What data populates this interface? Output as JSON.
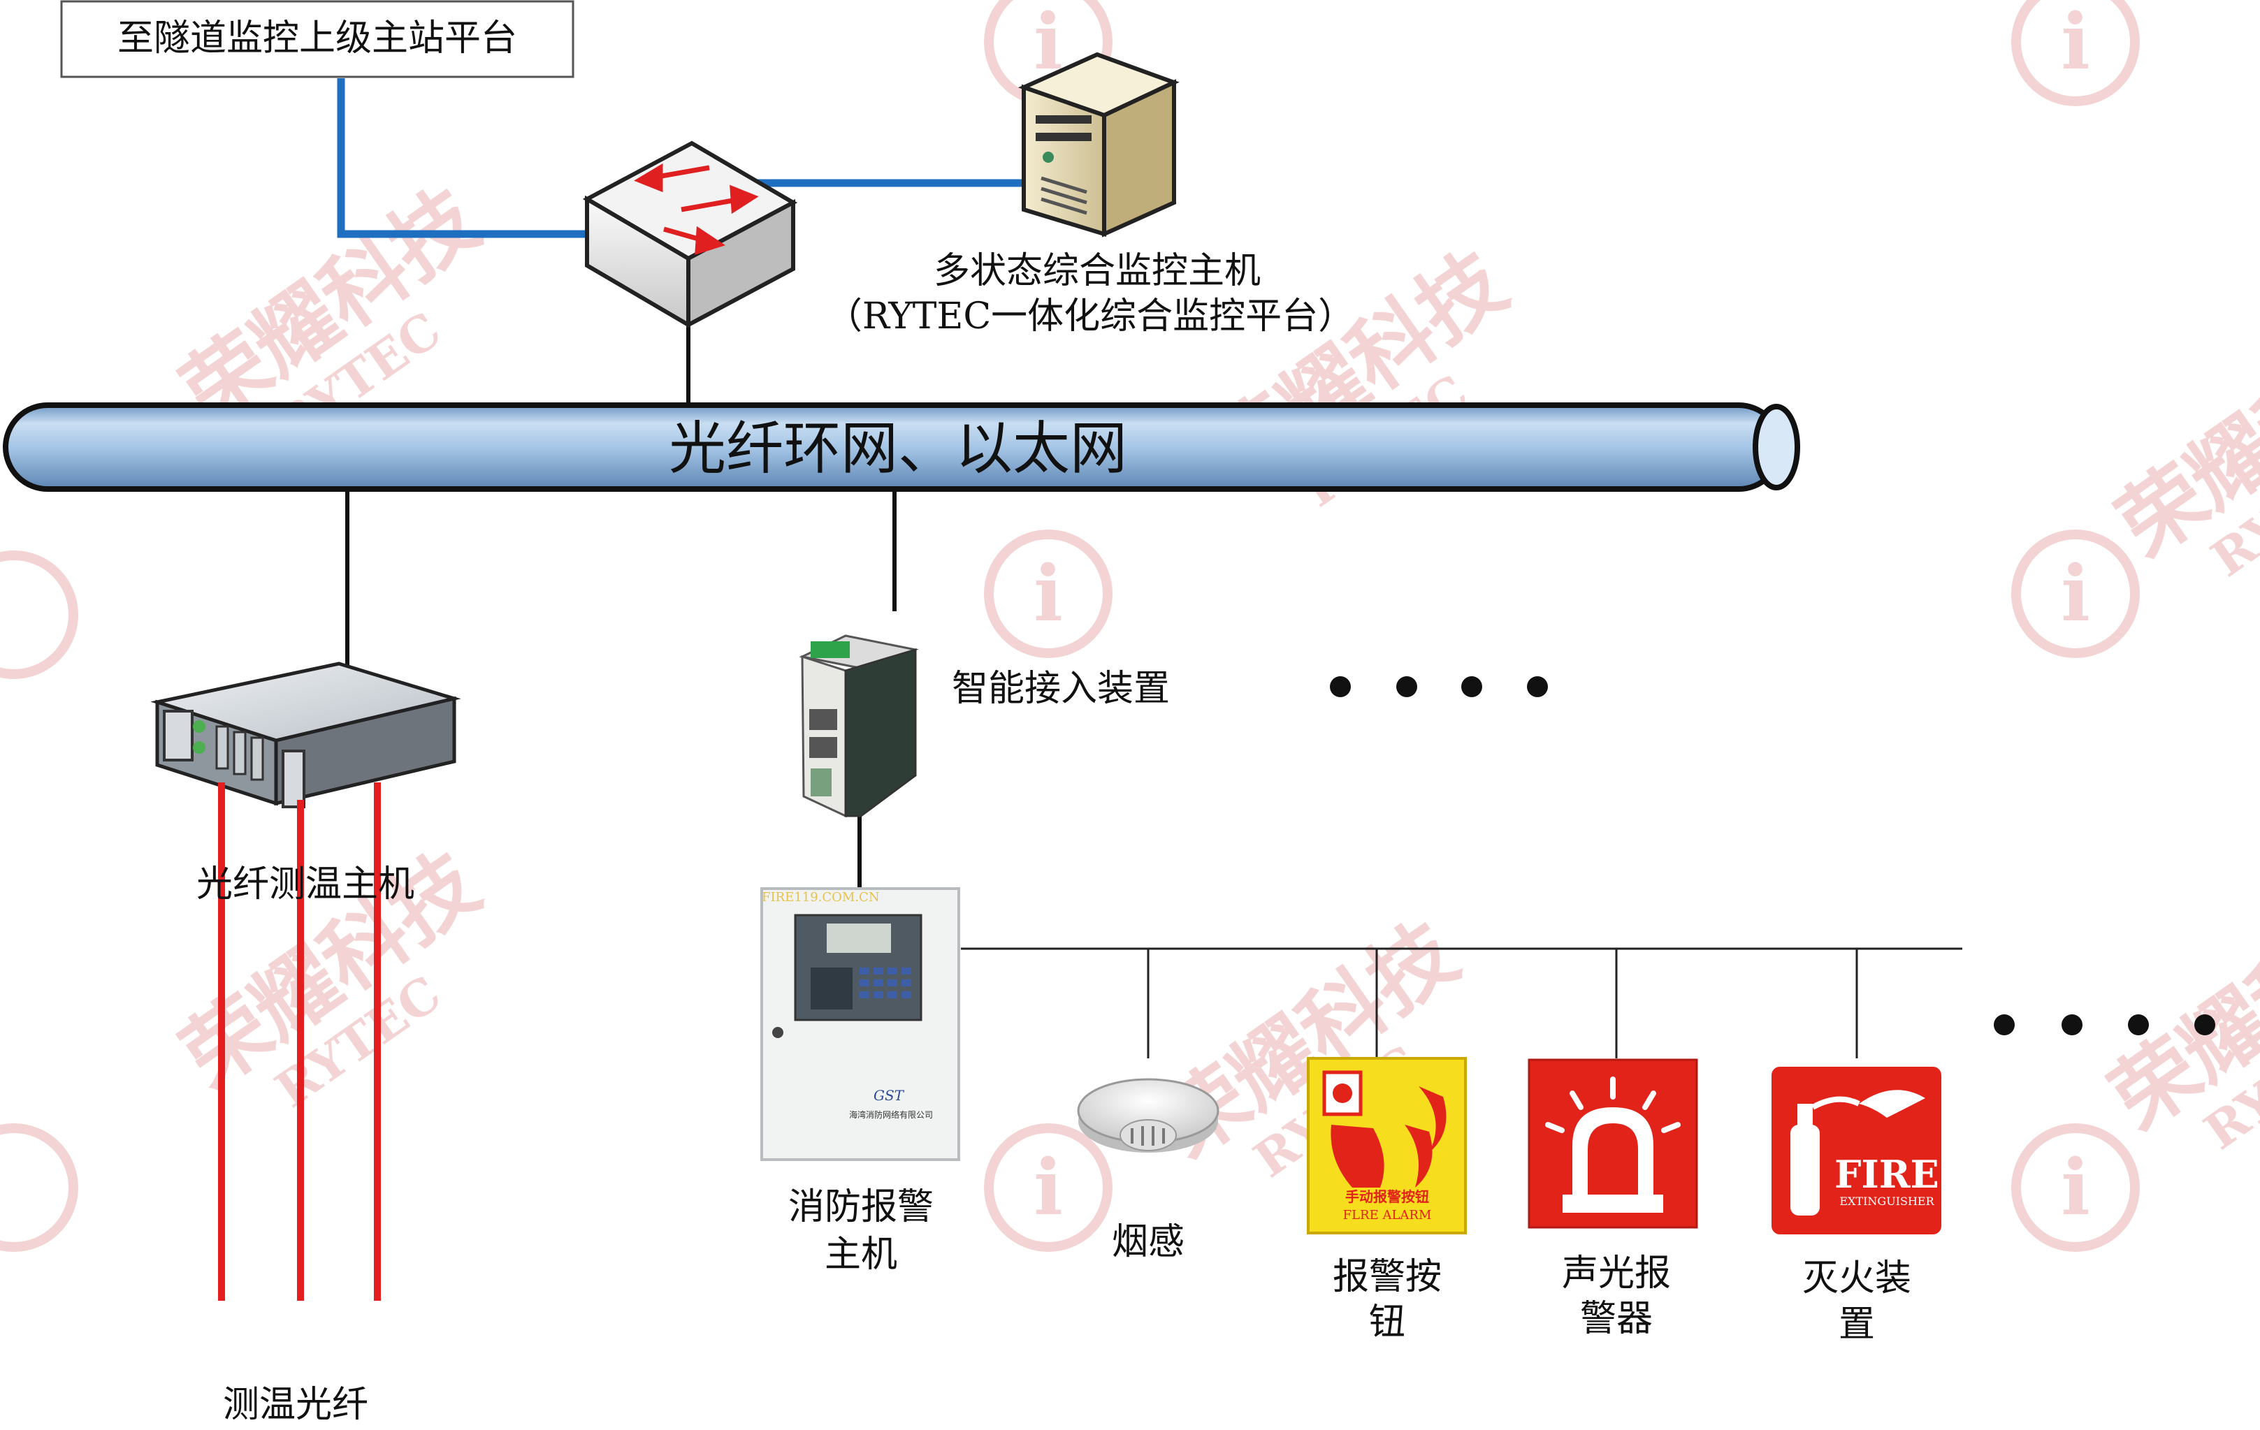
{
  "diagram": {
    "nodes": {
      "upper_platform": "至隧道监控上级主站平台",
      "host_line1": "多状态综合监控主机",
      "host_line2": "（RYTEC一体化综合监控平台）",
      "network": "光纤环网、以太网",
      "access_device": "智能接入装置",
      "fiber_temp_host": "光纤测温主机",
      "temp_fiber": "测温光纤",
      "fire_alarm_host_line1": "消防报警",
      "fire_alarm_host_line2": "主机",
      "smoke": "烟感",
      "alarm_button_line1": "报警按",
      "alarm_button_line2": "钮",
      "sound_light_line1": "声光报",
      "sound_light_line2": "警器",
      "extinguisher_line1": "灭火装",
      "extinguisher_line2": "置"
    },
    "panel_labels": {
      "fire_site": "FIRE119.COM.CN",
      "brand": "GST",
      "company": "海湾消防网络有限公司",
      "button_sign_cn": "手动报警按钮",
      "button_sign_en": "FLRE ALARM",
      "fire": "FIRE",
      "extinguisher": "EXTINGUISHER"
    },
    "watermark": {
      "cn": "荣耀科技",
      "en": "RYTEC",
      "logo": "i"
    }
  },
  "colors": {
    "link_blue": "#1f6fc0",
    "fiber_red": "#e41e1e",
    "pipe_blue": "#9cc0e4",
    "sign_yellow": "#f6dd1e",
    "sign_red": "#e2231a",
    "watermark": "#e8a3a3"
  }
}
